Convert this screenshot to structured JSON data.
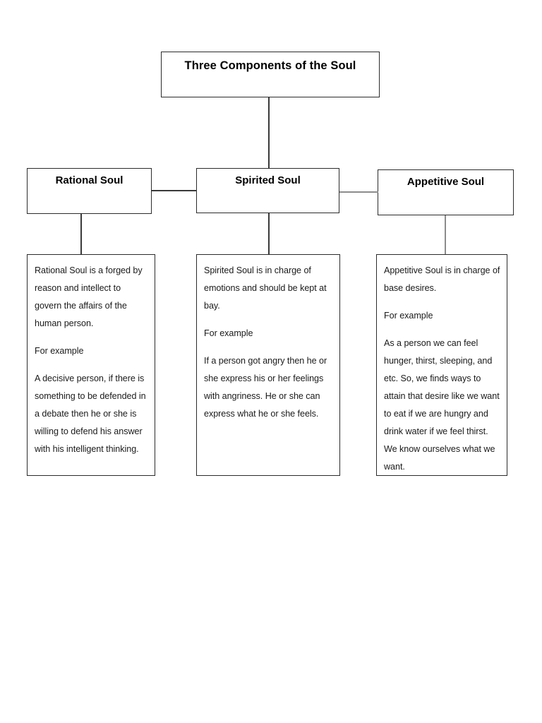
{
  "diagram": {
    "title_node": {
      "label": "Three Components of the Soul"
    },
    "nodes": [
      {
        "id": "rational",
        "label": "Rational Soul"
      },
      {
        "id": "spirited",
        "label": "Spirited Soul"
      },
      {
        "id": "appetitive",
        "label": "Appetitive Soul"
      }
    ],
    "details": [
      {
        "id": "rational",
        "definition": "Rational Soul is a forged by reason and intellect to govern the affairs of the human person.",
        "example_label": "For example",
        "example": "A decisive person, if there is something to be defended in a debate then he or she is willing to defend his answer with his intelligent thinking."
      },
      {
        "id": "spirited",
        "definition": "Spirited Soul is in charge of emotions and should be kept at bay.",
        "example_label": "For example",
        "example": "If a person got angry then he or she express his or her feelings with angriness. He or she can express what he or she feels."
      },
      {
        "id": "appetitive",
        "definition": "Appetitive Soul is in charge of base desires.",
        "example_label": "For example",
        "example": "As a person we can feel hunger, thirst, sleeping, and etc. So, we finds ways to attain that desire like we want to eat if we are hungry and drink water if we feel thirst. We know ourselves what we want."
      }
    ],
    "colors": {
      "border": "#2b2b2b",
      "connector": "#3a3a3a",
      "connector_faint": "#8c8c8c",
      "text": "#000000",
      "background": "#ffffff"
    }
  }
}
